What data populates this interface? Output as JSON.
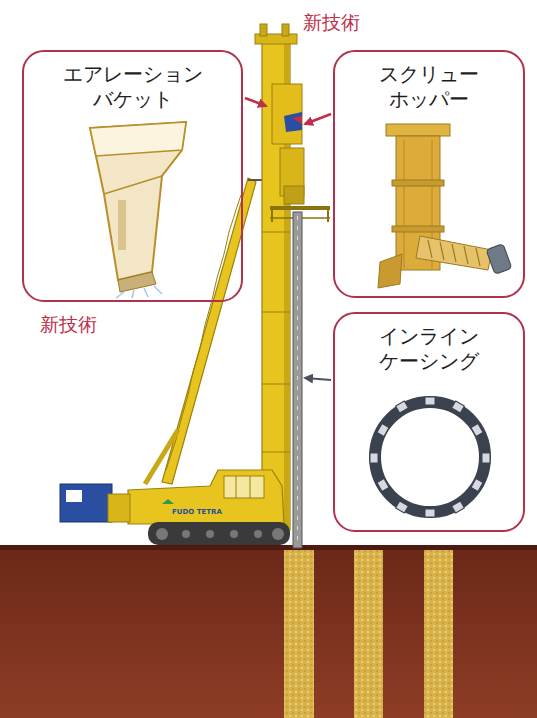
{
  "diagram": {
    "nodes": [
      {
        "text": [
          "エアレーション バケット"
        ]
      },
      {
        "text": [
          "スクリュー ホッパー"
        ]
      },
      {
        "text": [
          "インライン ケーシング"
        ]
      }
    ],
    "labels": [
      "新技術",
      "新技術",
      "FUDO TETRA"
    ]
  }
}
